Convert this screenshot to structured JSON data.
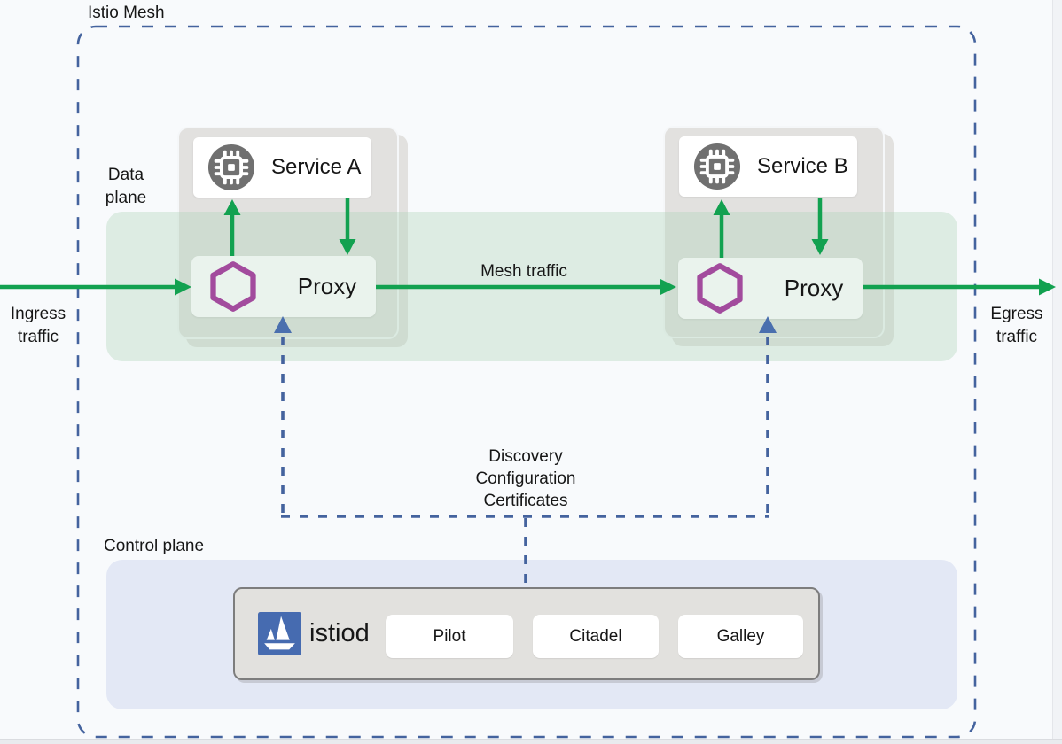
{
  "labels": {
    "mesh": "Istio Mesh",
    "data_plane_line1": "Data",
    "data_plane_line2": "plane",
    "control_plane": "Control plane",
    "ingress_line1": "Ingress",
    "ingress_line2": "traffic",
    "egress_line1": "Egress",
    "egress_line2": "traffic",
    "mesh_traffic": "Mesh traffic"
  },
  "services": [
    {
      "name": "Service A",
      "proxy_label": "Proxy"
    },
    {
      "name": "Service B",
      "proxy_label": "Proxy"
    }
  ],
  "control_plane": {
    "istiod_label": "istiod",
    "components": [
      "Pilot",
      "Citadel",
      "Galley"
    ]
  },
  "control_channel": {
    "line1": "Discovery",
    "line2": "Configuration",
    "line3": "Certificates"
  },
  "icons": {
    "service_icon": "microchip-in-circle",
    "proxy_icon": "hexagon-outline",
    "istiod_icon": "istio-sailboat-logo"
  },
  "colors": {
    "arrow_green": "#12a150",
    "dashed_blue": "#44639e",
    "arrowhead_blue": "#4a6fae",
    "hexagon_purple": "#a24b9d",
    "istio_logo_blue": "#466bb0",
    "service_icon_gray": "#707070",
    "group_card_gray": "#e2e1df",
    "data_plane_band": "rgba(177,213,186,0.38)",
    "proxy_box_bg": "#eaf3ed",
    "control_plane_bg": "#e3e8f5",
    "istiod_box_bg": "#e2e1de",
    "page_bg": "#f8fafc"
  }
}
